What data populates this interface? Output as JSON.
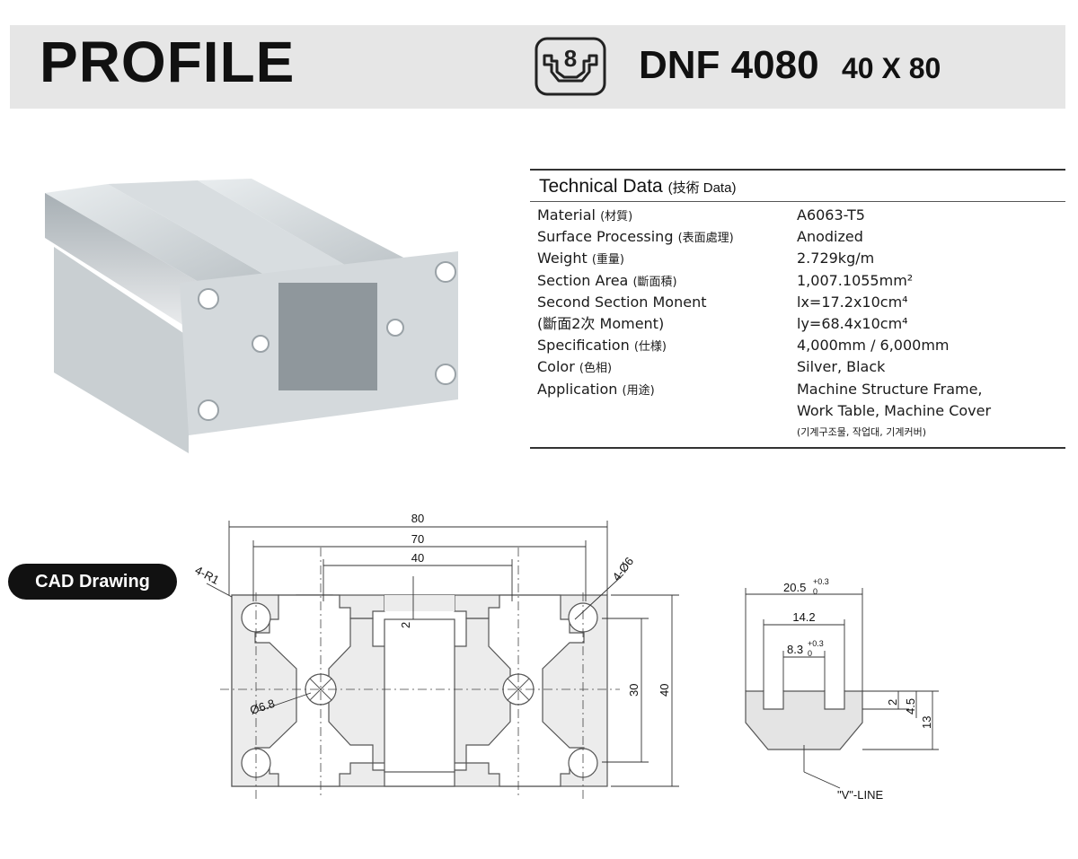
{
  "header": {
    "title": "PROFILE",
    "slot_icon": "slot-8-icon",
    "model": "DNF 4080",
    "size": "40 X 80"
  },
  "photo": {
    "icon": "aluminum-profile-photo"
  },
  "tech": {
    "title": "Technical Data",
    "title_sub": "(技術 Data)",
    "rows": [
      {
        "key": "Material",
        "key_sub": "(材質)",
        "value": "A6063-T5"
      },
      {
        "key": "Surface Processing",
        "key_sub": "(表面處理)",
        "value": "Anodized"
      },
      {
        "key": "Weight",
        "key_sub": "(重量)",
        "value": "2.729kg/m"
      },
      {
        "key": "Section Area",
        "key_sub": "(斷面積)",
        "value": "1,007.1055mm²"
      },
      {
        "key": "Second Section Monent",
        "key_sub": "",
        "value": "lx=17.2x10cm⁴"
      },
      {
        "key": "(斷面2次 Moment)",
        "key_sub": "",
        "value": "ly=68.4x10cm⁴"
      },
      {
        "key": "Specification",
        "key_sub": "(仕様)",
        "value": "4,000mm / 6,000mm"
      },
      {
        "key": "Color",
        "key_sub": "(色相)",
        "value": "Silver, Black"
      },
      {
        "key": "Application",
        "key_sub": "(用途)",
        "value": "Machine Structure Frame,"
      },
      {
        "key": "",
        "key_sub": "",
        "value": "Work Table, Machine Cover"
      },
      {
        "key": "",
        "key_sub": "",
        "value": "(기계구조물, 작업대, 기계커버)"
      }
    ]
  },
  "cad": {
    "label": "CAD Drawing",
    "dims": {
      "w80": "80",
      "w70": "70",
      "w40": "40",
      "t2": "2",
      "h30": "30",
      "h40": "40",
      "r1": "4-R1",
      "d6": "4-Ø6",
      "d68": "Ø6.8"
    },
    "slot": {
      "w205": "20.5",
      "tol": "+0.3",
      "tol0": "0",
      "w142": "14.2",
      "w83": "8.3",
      "d2": "2",
      "d45": "4.5",
      "d13": "13",
      "vline": "\"V\"-LINE"
    }
  }
}
